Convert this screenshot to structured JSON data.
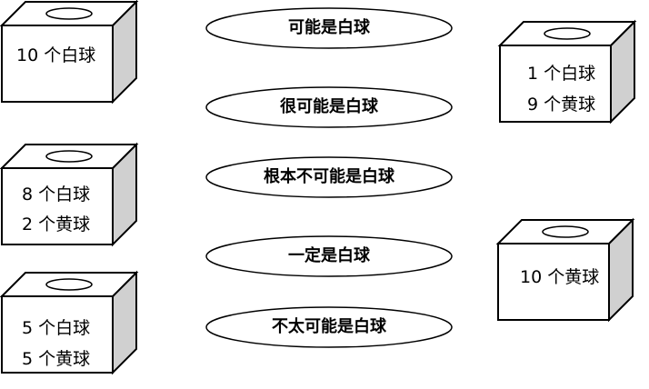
{
  "boxes": [
    {
      "lines": [
        "10 个白球"
      ]
    },
    {
      "lines": [
        "8 个白球",
        "2 个黄球"
      ]
    },
    {
      "lines": [
        "5 个白球",
        "5 个黄球"
      ]
    },
    {
      "lines": [
        "1 个白球",
        "9 个黄球"
      ]
    },
    {
      "lines": [
        "10 个黄球"
      ]
    }
  ],
  "options": [
    "可能是白球",
    "很可能是白球",
    "根本不可能是白球",
    "一定是白球",
    "不太可能是白球"
  ],
  "colors": {
    "side": "#d0d0d0",
    "stroke": "#000000"
  }
}
